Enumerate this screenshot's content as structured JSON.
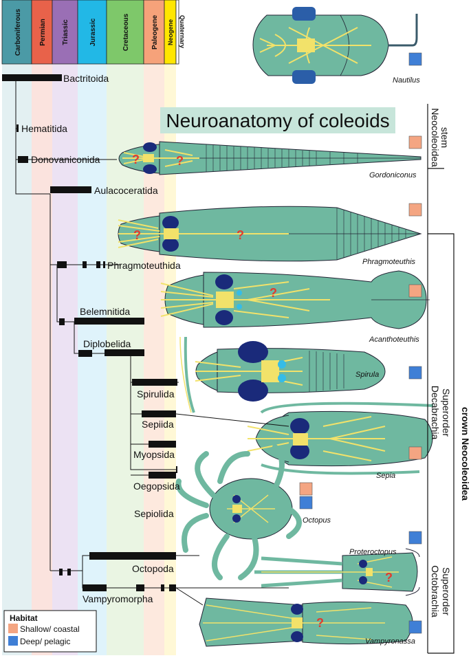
{
  "periods": [
    {
      "label": "Carboniferous",
      "color": "#4b9aa6",
      "band": "#e3f0f2"
    },
    {
      "label": "Permian",
      "color": "#e8624a",
      "band": "#fbe3de"
    },
    {
      "label": "Triassic",
      "color": "#9a6fb5",
      "band": "#ece2f3"
    },
    {
      "label": "Jurassic",
      "color": "#22b8e6",
      "band": "#dff3fb"
    },
    {
      "label": "Cretaceous",
      "color": "#7ec86a",
      "band": "#eaf5e3"
    },
    {
      "label": "Paleogene",
      "color": "#f6a27a",
      "band": "#fde9de"
    },
    {
      "label": "Neogene",
      "color": "#ffe600",
      "band": "#fff8d6"
    },
    {
      "label": "Quaternary",
      "color": "#ffffff",
      "band": "#ffffff"
    }
  ],
  "title": "Neuroanatomy of coleoids",
  "taxa": {
    "bactritoida": "Bactritoida",
    "hematitida": "Hematitida",
    "donovaniconida": "Donovaniconida",
    "aulacoceratida": "Aulacoceratida",
    "phragmoteuthida": "Phragmoteuthida",
    "belemnitida": "Belemnitida",
    "diplobelida": "Diplobelida",
    "spirulida": "Spirulida",
    "sepiida": "Sepiida",
    "myopsida": "Myopsida",
    "oegopsida": "Oegopsida",
    "sepiolida": "Sepiolida",
    "octopoda": "Octopoda",
    "vampyromorpha": "Vampyromorpha"
  },
  "specimens": {
    "nautilus": "Nautilus",
    "gordoniconus": "Gordoniconus",
    "phragmoteuthis": "Phragmoteuthis",
    "acanthoteuthis": "Acanthoteuthis",
    "spirula": "Spirula",
    "sepia": "Sepia",
    "octopus": "Octopus",
    "proteroctopus": "Proteroctopus",
    "vampyronassa": "Vampyronassa"
  },
  "groups": {
    "stem_line1": "stem",
    "stem_line2": "Neocoleoidea",
    "crown": "crown Neocoleoidea",
    "deca_line1": "Superorder",
    "deca_line2": "Decabrachia",
    "octo_line1": "Superorder",
    "octo_line2": "Octobrachia"
  },
  "unknown_mark": "?",
  "legend": {
    "title": "Habitat",
    "items": [
      {
        "label": "Shallow/ coastal",
        "color": "#f4a582"
      },
      {
        "label": "Deep/ pelagic",
        "color": "#3f7fd6"
      }
    ]
  },
  "colors": {
    "body": "#6fb8a0",
    "nerve": "#f2e26a",
    "eye": "#1a2a7a",
    "shallow": "#f4a582",
    "deep": "#3f7fd6"
  }
}
